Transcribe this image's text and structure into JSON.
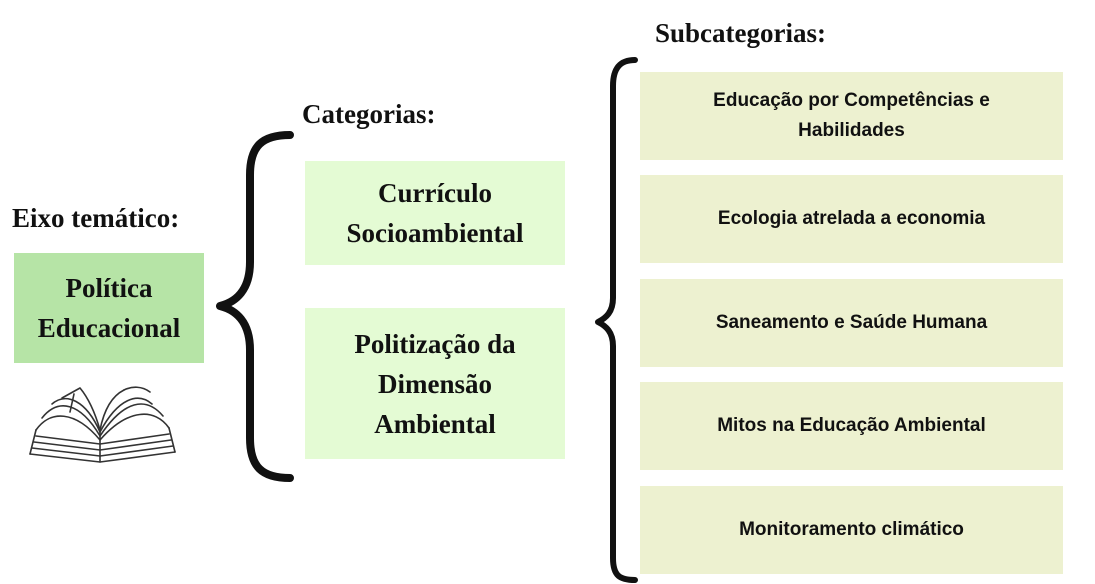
{
  "eixo": {
    "heading": "Eixo temático:",
    "box_line1": "Política",
    "box_line2": "Educacional"
  },
  "categorias": {
    "heading": "Categorias:",
    "items": [
      {
        "line1": "Currículo",
        "line2": "Socioambiental"
      },
      {
        "line1": "Politização da",
        "line2": "Dimensão",
        "line3": "Ambiental"
      }
    ]
  },
  "subcategorias": {
    "heading": "Subcategorias:",
    "items": [
      {
        "line1": "Educação por Competências e",
        "line2": "Habilidades"
      },
      {
        "label": "Ecologia atrelada a economia"
      },
      {
        "label": "Saneamento e Saúde Humana"
      },
      {
        "label": "Mitos na Educação Ambiental"
      },
      {
        "label": "Monitoramento climático"
      }
    ]
  },
  "icons": {
    "book": "open-book-icon",
    "brace_left": "curly-brace-icon",
    "brace_right": "curly-brace-icon"
  },
  "colors": {
    "eixo_box": "#b6e4a6",
    "category_box": "#e4fbd4",
    "subcategory_box": "#edf1d0",
    "text": "#111111"
  }
}
